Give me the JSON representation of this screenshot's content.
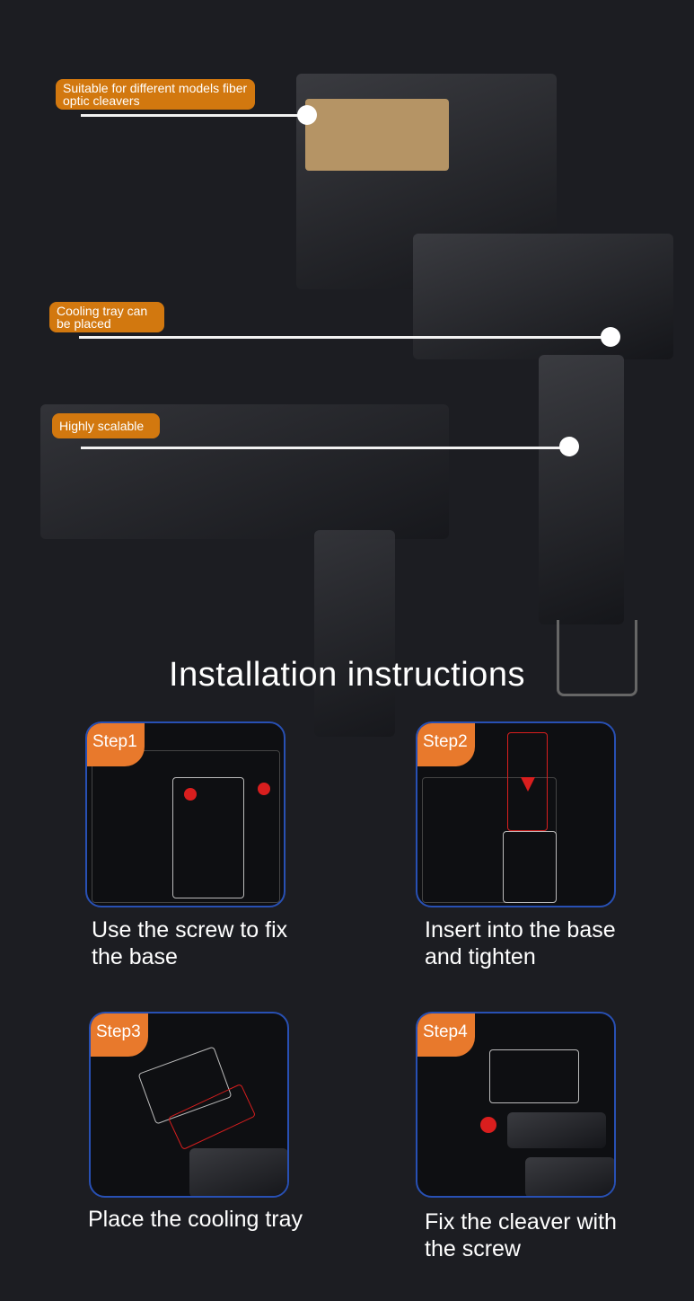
{
  "callouts": [
    {
      "text": "Suitable for different models fiber optic cleavers"
    },
    {
      "text": "Cooling tray can be placed"
    },
    {
      "text": "Highly scalable"
    }
  ],
  "title": "Installation instructions",
  "steps": [
    {
      "badge": "Step1",
      "caption": "Use the screw to fix the base"
    },
    {
      "badge": "Step2",
      "caption": "Insert into the base and tighten"
    },
    {
      "badge": "Step3",
      "caption": "Place the cooling tray"
    },
    {
      "badge": "Step4",
      "caption": "Fix the cleaver with the screw"
    }
  ],
  "colors": {
    "accent": "#d2780f",
    "badge": "#e8792c",
    "card_border": "#2850b4",
    "background": "#1c1d22"
  }
}
